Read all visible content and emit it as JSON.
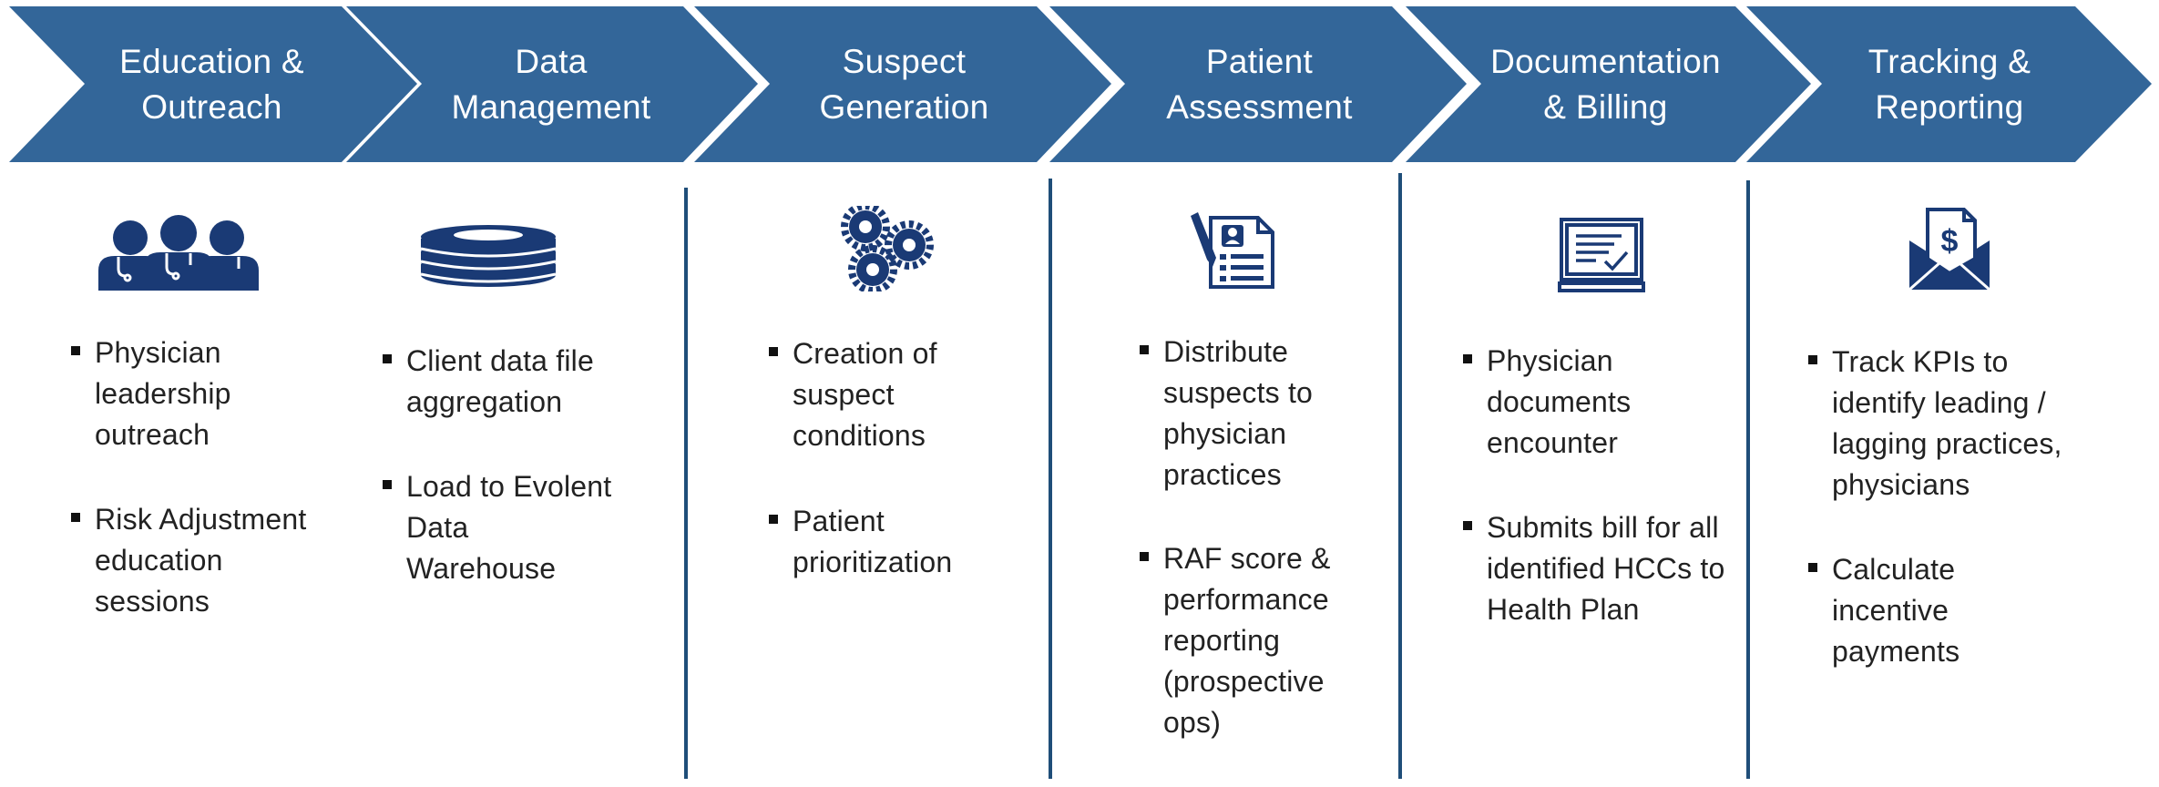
{
  "colors": {
    "chevron_fill": "#336699",
    "icon_navy": "#1a3a75",
    "divider": "#1f4e79",
    "text": "#222222"
  },
  "stages": [
    {
      "title": "Education &\nOutreach",
      "icon": "physician-group-icon",
      "bullets": [
        "Physician\nleadership\noutreach",
        "Risk Adjustment\neducation\nsessions"
      ]
    },
    {
      "title": "Data\nManagement",
      "icon": "database-stack-icon",
      "bullets": [
        "Client data file\naggregation",
        "Load to Evolent\nData\nWarehouse"
      ]
    },
    {
      "title": "Suspect\nGeneration",
      "icon": "gears-icon",
      "bullets": [
        "Creation of\nsuspect\nconditions",
        "Patient\nprioritization"
      ]
    },
    {
      "title": "Patient\nAssessment",
      "icon": "patient-record-icon",
      "bullets": [
        "Distribute\nsuspects to\nphysician\npractices",
        "RAF score &\nperformance\nreporting\n(prospective\nops)"
      ]
    },
    {
      "title": "Documentation\n& Billing",
      "icon": "computer-checkmark-icon",
      "bullets": [
        "Physician\ndocuments\nencounter",
        "Submits bill for all\nidentified HCCs to\nHealth Plan"
      ]
    },
    {
      "title": "Tracking &\nReporting",
      "icon": "payment-envelope-icon",
      "bullets": [
        "Track KPIs to\nidentify leading /\nlagging practices,\nphysicians",
        "Calculate\nincentive\npayments"
      ]
    }
  ]
}
